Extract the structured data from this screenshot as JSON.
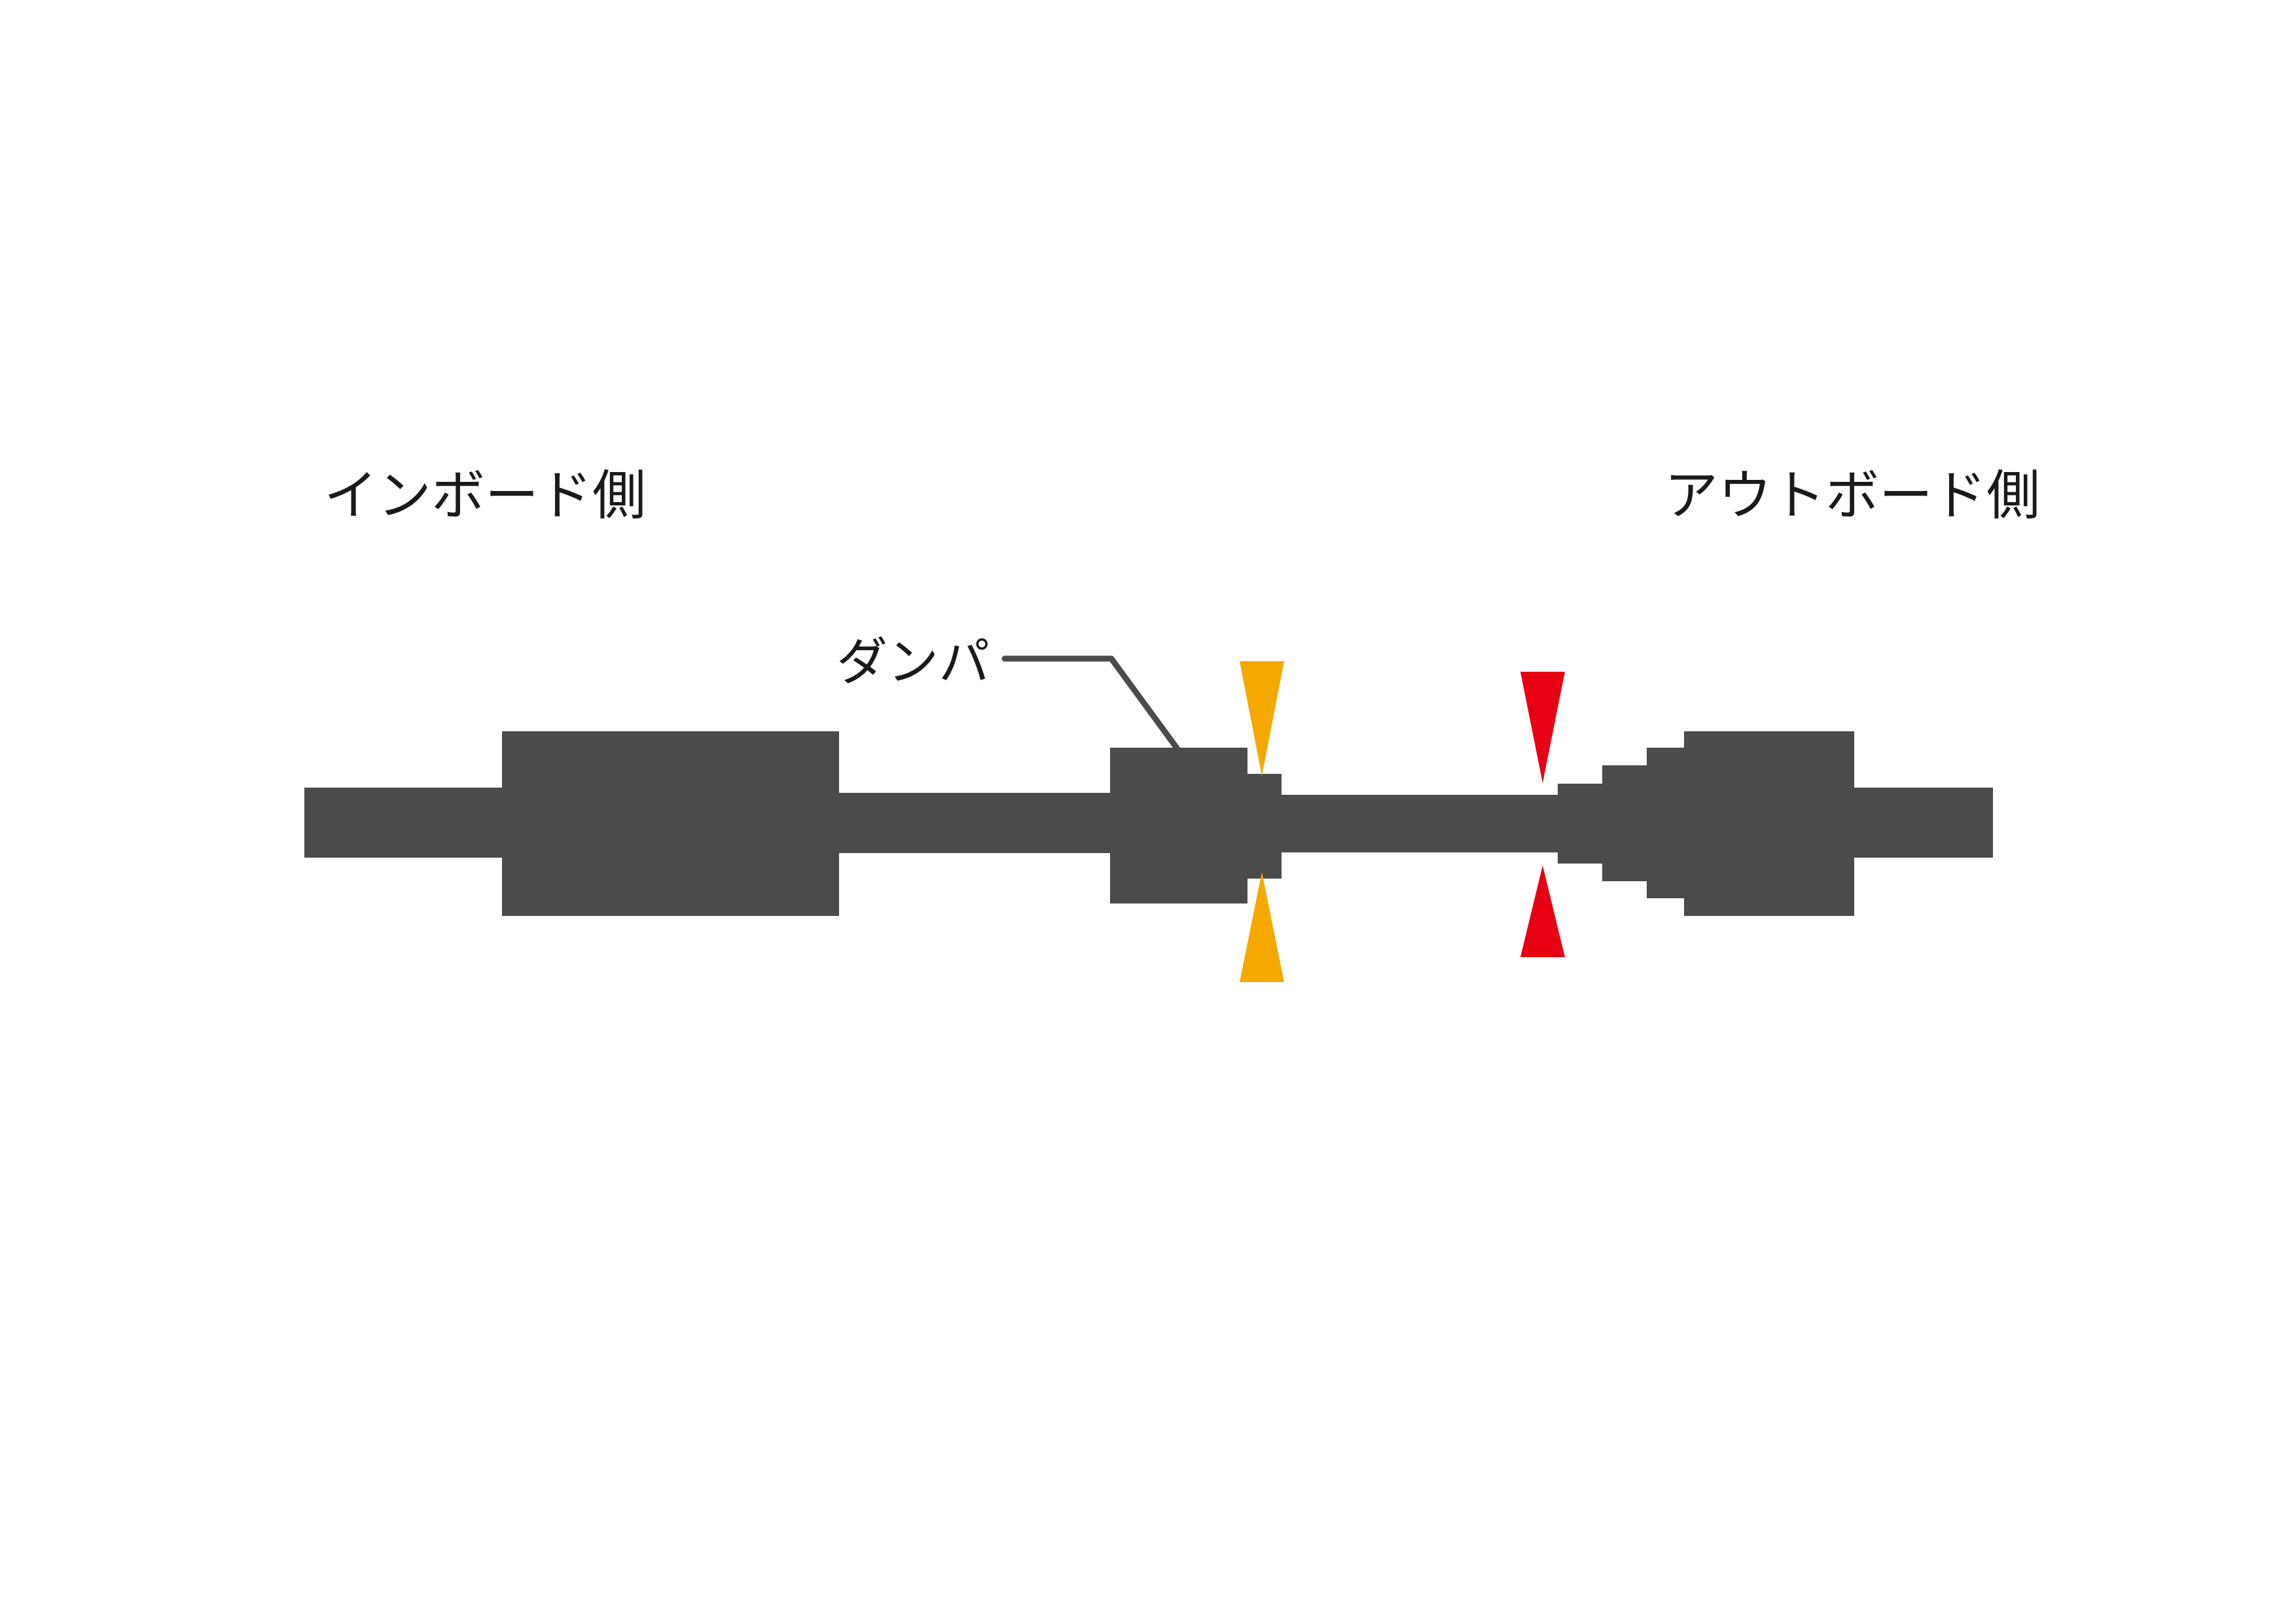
{
  "labels": {
    "inboard_side": "インボード側",
    "outboard_side": "アウトボード側",
    "damper": "ダンパ"
  },
  "colors": {
    "shaft": "#4b4b4b",
    "leader_line": "#4b4b4b",
    "yellow_indicator": "#F5A800",
    "red_indicator": "#E60012",
    "background": "#ffffff",
    "text": "#1a1a1a"
  }
}
